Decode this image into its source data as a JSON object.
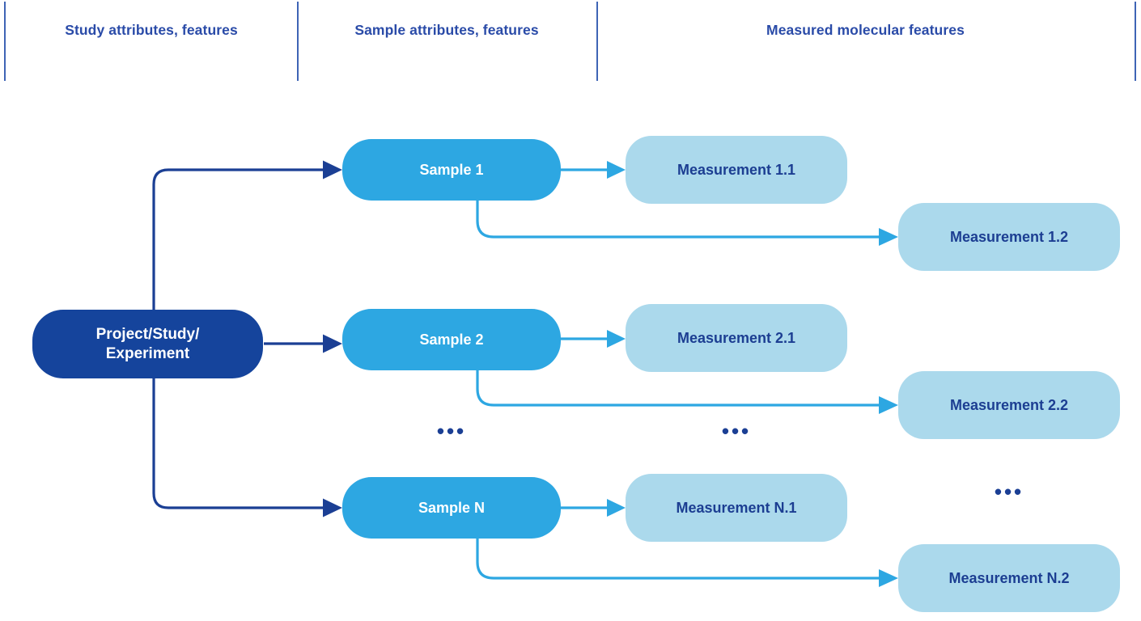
{
  "header": {
    "columns": [
      {
        "id": "study",
        "label": "Study attributes, features"
      },
      {
        "id": "sample",
        "label": "Sample attributes, features"
      },
      {
        "id": "measured",
        "label": "Measured molecular features"
      }
    ]
  },
  "diagram": {
    "root": {
      "label": "Project/Study/Experiment",
      "label_line1": "Project/Study/",
      "label_line2": "Experiment"
    },
    "rows": [
      {
        "sample": "Sample 1",
        "measurement_primary": "Measurement 1.1",
        "measurement_secondary": "Measurement 1.2"
      },
      {
        "sample": "Sample 2",
        "measurement_primary": "Measurement 2.1",
        "measurement_secondary": "Measurement 2.2"
      },
      {
        "sample": "Sample N",
        "measurement_primary": "Measurement N.1",
        "measurement_secondary": "Measurement N.2"
      }
    ],
    "ellipsis": "•••"
  },
  "colors": {
    "root_fill": "#15449c",
    "connector_dark": "#1b3f94",
    "sample_fill": "#2da7e2",
    "measurement_fill": "#abd9ec",
    "measurement_text": "#1c3e92",
    "header_text": "#2a4ba8",
    "divider": "#3e64b5"
  }
}
